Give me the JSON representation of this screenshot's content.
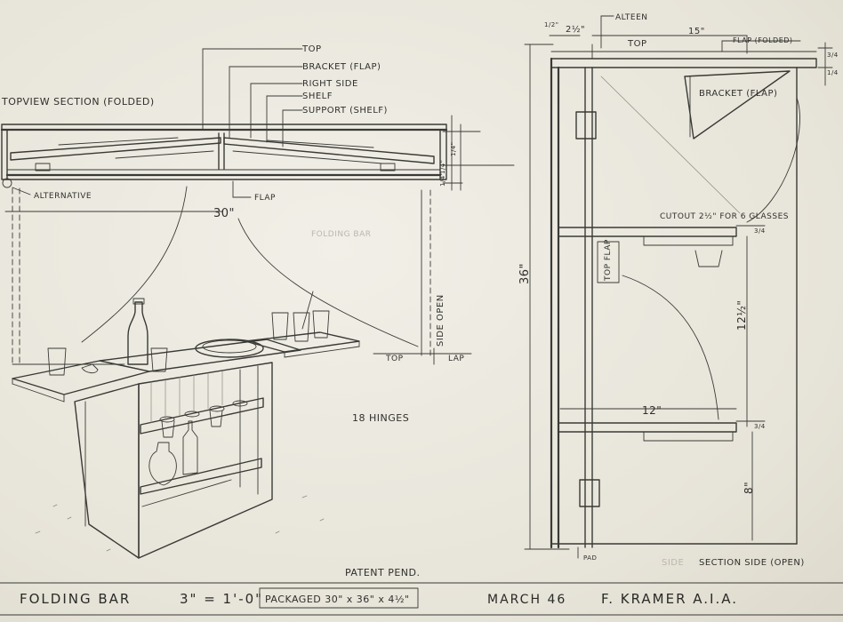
{
  "left_view": {
    "top_label": "TOP",
    "bracket_label": "BRACKET (FLAP)",
    "right_side_label": "RIGHT SIDE",
    "shelf_label": "SHELF",
    "support_label": "SUPPORT (SHELF)",
    "topview_label": "TOPVIEW SECTION (FOLDED)",
    "alternative_label": "ALTERNATIVE",
    "flap_label": "FLAP",
    "width_dim": "30\"",
    "side_open_label": "SIDE OPEN",
    "top_bottom_label": "TOP",
    "lap_label": "LAP",
    "hinges_label": "18 HINGES",
    "ghost_label": "FOLDING BAR",
    "right_dims": [
      "1/4\"",
      "1/4\"",
      "1/4\""
    ]
  },
  "right_view": {
    "alteen_label": "ALTEEN",
    "dim_half": "2½\"",
    "top_label": "TOP",
    "width_15": "15\"",
    "flap_folded_label": "FLAP (FOLDED)",
    "bracket_flap_label": "BRACKET (FLAP)",
    "cutout_label": "CUTOUT 2½\" FOR 6 GLASSES",
    "height_36": "36\"",
    "top_flap_label": "TOP FLAP",
    "dim_12_vert": "12½\"",
    "dim_12_horiz": "12\"",
    "dim_8": "8\"",
    "shelf_thk_labels": [
      "3/4",
      "3/4"
    ],
    "top_thk_labels": [
      "3/4",
      "1/4"
    ],
    "corner_label": "1/2\"",
    "ghost_label": "SIDE",
    "section_label": "SECTION SIDE (OPEN)",
    "pad_label": "PAD"
  },
  "footer": {
    "patent": "PATENT PEND.",
    "title": "FOLDING BAR",
    "scale": "3\" = 1'-0\"",
    "packaged": "PACKAGED 30\" x 36\" x 4½\"",
    "date": "MARCH 46",
    "author": "F. KRAMER A.I.A."
  }
}
